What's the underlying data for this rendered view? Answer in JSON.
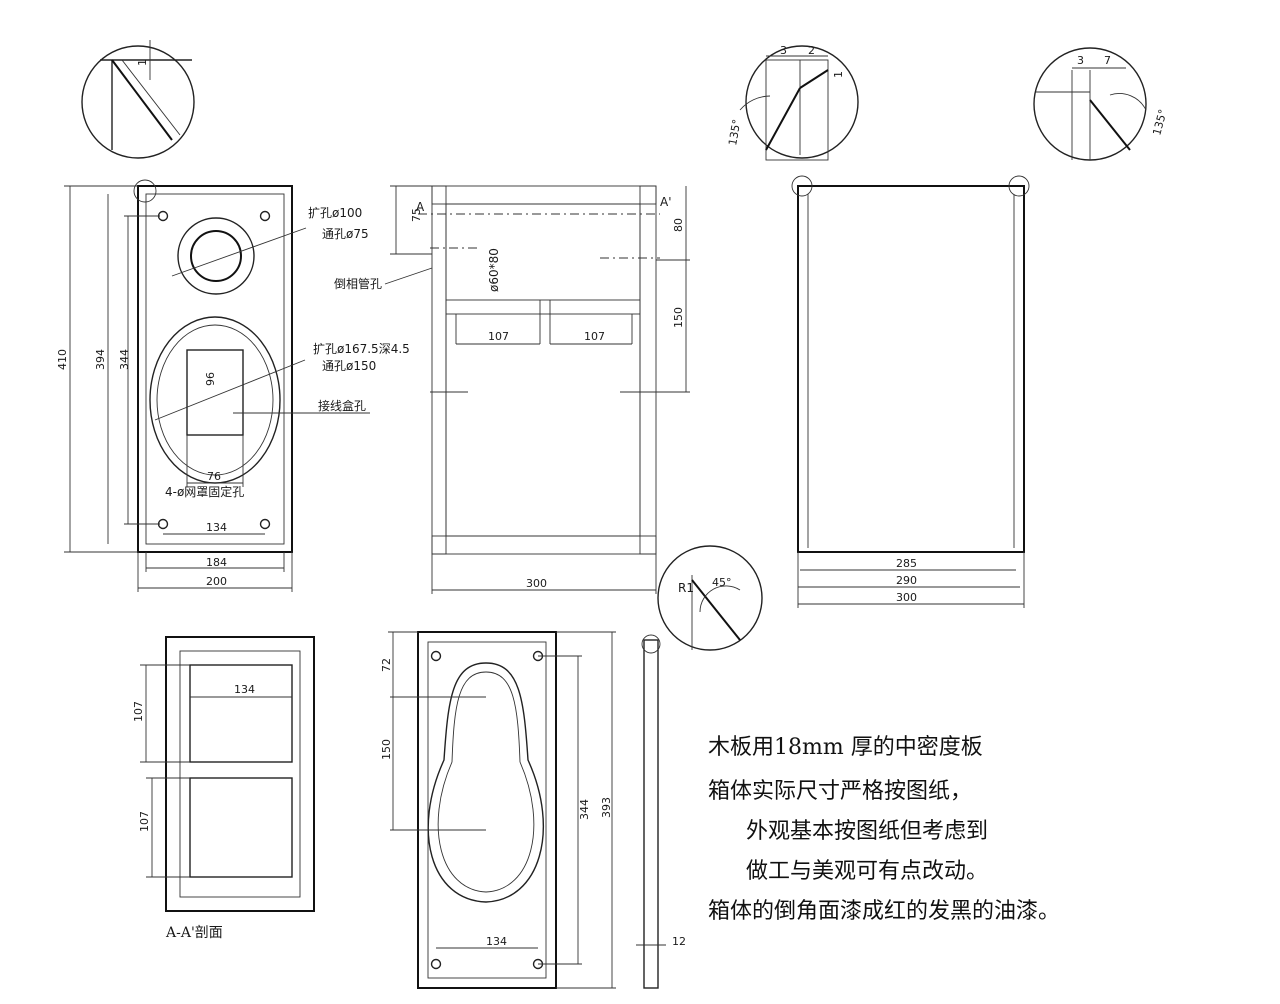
{
  "front_panel": {
    "hole_upper_label_1": "扩孔ø100",
    "hole_upper_label_2": "通孔ø75",
    "port_label": "倒相管孔",
    "hole_lower_label_1": "扩孔ø167.5深4.5",
    "hole_lower_label_2": "通孔ø150",
    "terminal_label": "接线盒孔",
    "grille_holes_label": "4-ø网罩固定孔",
    "dims": {
      "h410": "410",
      "h394": "394",
      "h344": "344",
      "w184": "184",
      "w200": "200",
      "w134": "134",
      "w76": "76",
      "h96": "96"
    }
  },
  "side_section": {
    "cut_a": "A",
    "cut_a_prime": "A'",
    "port_label": "ø60*80",
    "dims": {
      "d75": "75",
      "d80": "80",
      "d150": "150",
      "d107a": "107",
      "d107b": "107",
      "d300": "300"
    }
  },
  "side_panel": {
    "dims": {
      "w285": "285",
      "w290": "290",
      "w300": "300"
    }
  },
  "details": {
    "detail1_dim": "1",
    "detail2_dims": [
      "3",
      "2",
      "1"
    ],
    "detail2_angle": "135°",
    "detail3_dims": [
      "3",
      "7"
    ],
    "detail3_angle": "135°",
    "detail4_radius": "R1",
    "detail4_angle": "45°"
  },
  "section_aa": {
    "title": "A-A'剖面",
    "dims": {
      "w134": "134",
      "h107a": "107",
      "h107b": "107"
    }
  },
  "grille": {
    "dims": {
      "d72": "72",
      "d150": "150",
      "d344": "344",
      "d393": "393",
      "w134": "134",
      "t12": "12"
    }
  },
  "notes": [
    "木板用18mm 厚的中密度板",
    "箱体实际尺寸严格按图纸，",
    "外观基本按图纸但考虑到",
    "做工与美观可有点改动。",
    "箱体的倒角面漆成红的发黑的油漆。"
  ]
}
